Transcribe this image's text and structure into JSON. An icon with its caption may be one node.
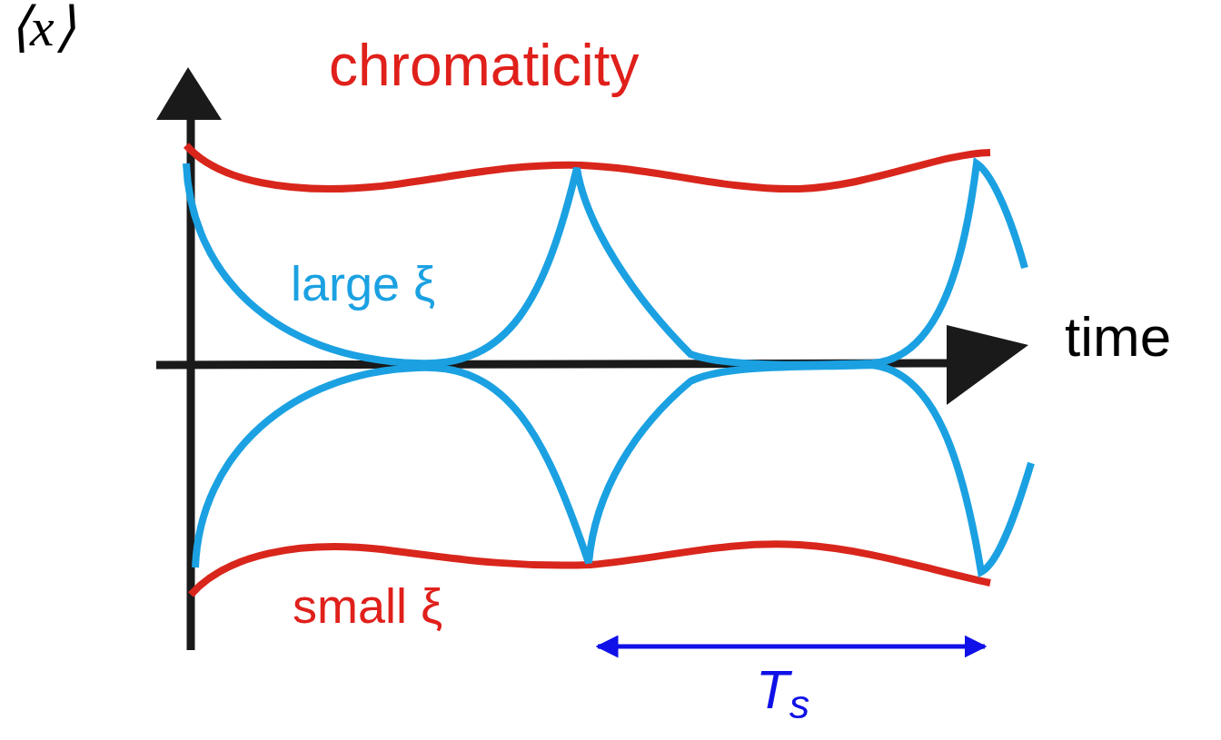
{
  "diagram": {
    "labels": [
      "⟨x⟩",
      "chromaticity",
      "large ξ",
      "time",
      "small ξ",
      "T$_{s}$"
    ]
  }
}
